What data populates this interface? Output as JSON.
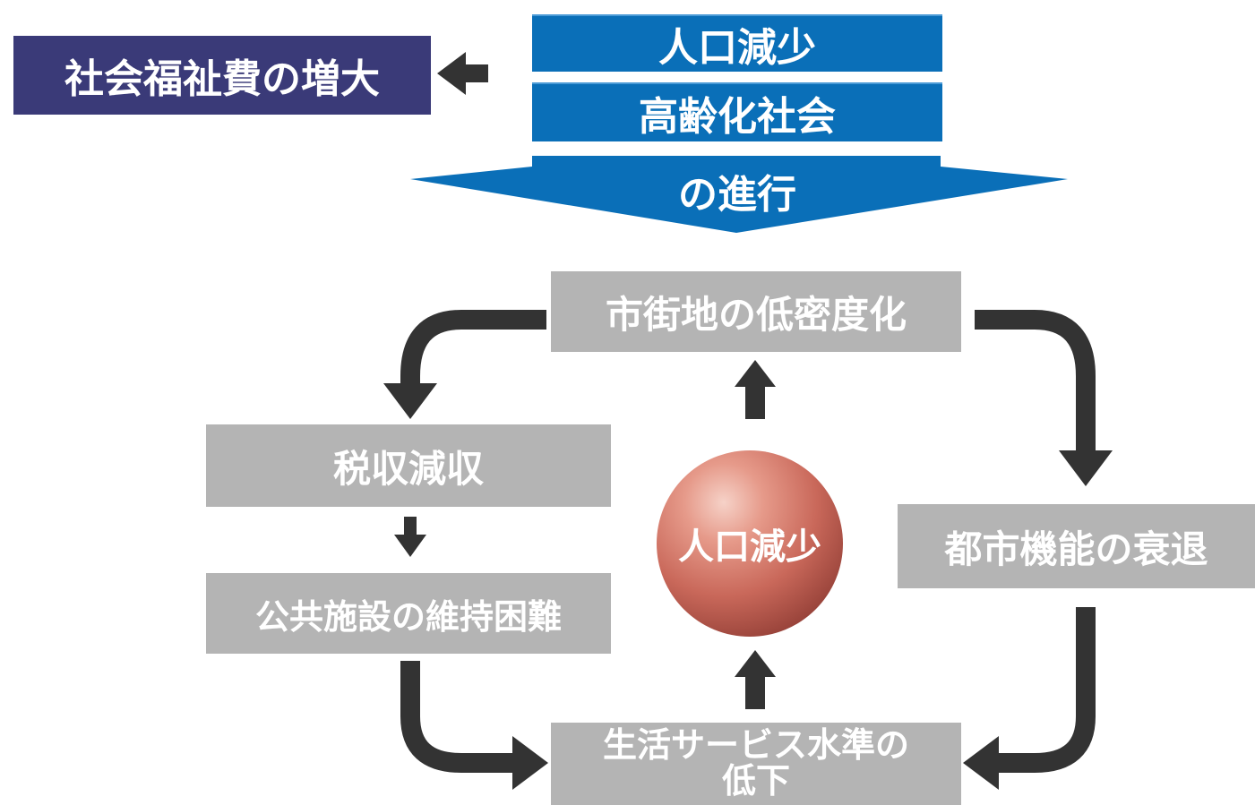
{
  "top": {
    "social_welfare": "社会福祉費の増大",
    "population_decline": "人口減少",
    "aging_society": "高齢化社会",
    "progress": "の進行"
  },
  "cycle": {
    "urban_density": "市街地の低密度化",
    "tax_revenue": "税収減収",
    "public_facilities": "公共施設の維持困難",
    "urban_function": "都市機能の衰退",
    "life_service_line1": "生活サービス水準の",
    "life_service_line2": "低下",
    "center": "人口減少"
  },
  "colors": {
    "navy": "#3a3a78",
    "blue": "#0a6fb8",
    "gray": "#b4b4b4",
    "arrow": "#333333",
    "sphere": "#c9685a"
  }
}
